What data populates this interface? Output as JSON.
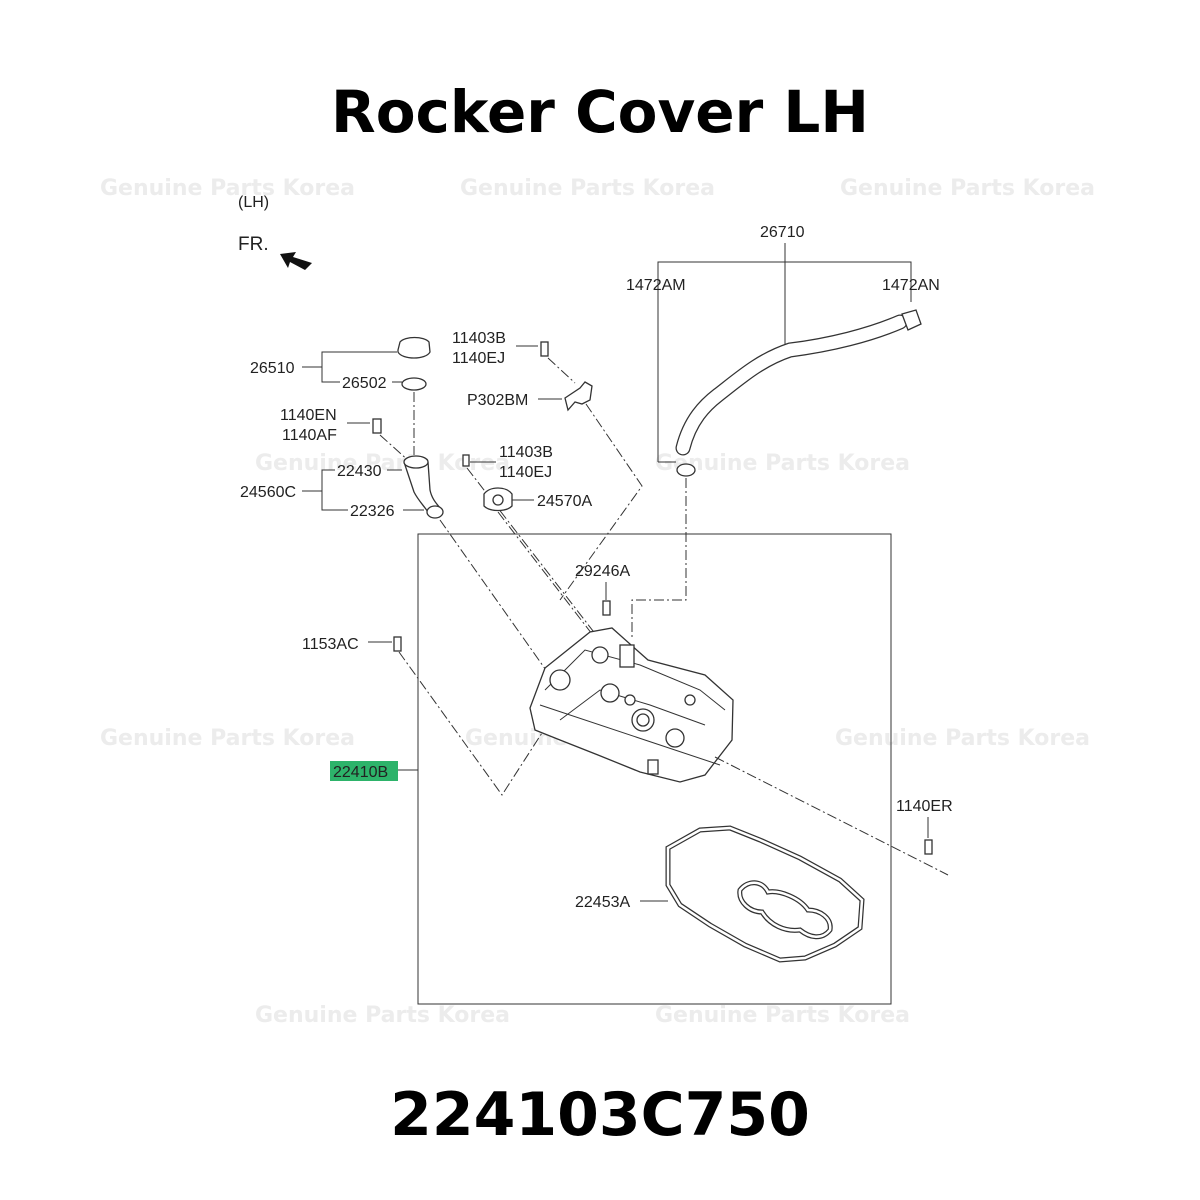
{
  "title": "Rocker Cover LH",
  "part_number": "224103C750",
  "watermark": "Genuine Parts Korea",
  "highlight_color": "#2db36a",
  "side_label": "(LH)",
  "front_label": "FR.",
  "labels": {
    "p26710": "26710",
    "p1472AM": "1472AM",
    "p1472AN": "1472AN",
    "p11403B_a": "11403B",
    "p1140EJ_a": "1140EJ",
    "p26510": "26510",
    "p26502": "26502",
    "pP302BM": "P302BM",
    "p1140EN": "1140EN",
    "p1140AF": "1140AF",
    "p11403B_b": "11403B",
    "p1140EJ_b": "1140EJ",
    "p22430": "22430",
    "p24560C": "24560C",
    "p22326": "22326",
    "p24570A": "24570A",
    "p29246A": "29246A",
    "p1153AC": "1153AC",
    "p22410B": "22410B",
    "p1140ER": "1140ER",
    "p22453A": "22453A"
  }
}
